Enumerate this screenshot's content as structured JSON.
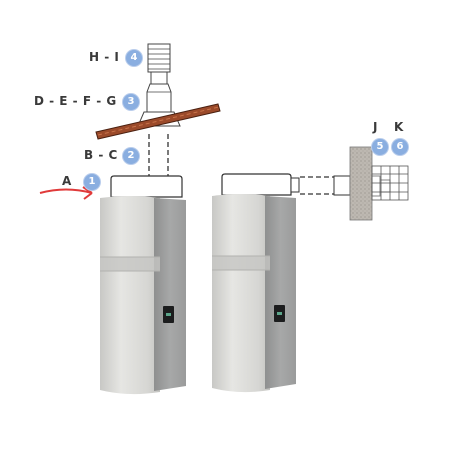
{
  "labels": {
    "h_i": "H - I",
    "d_e_f_g": "D - E - F - G",
    "b_c": "B - C",
    "a": "A",
    "j": "J",
    "k": "K"
  },
  "badges": {
    "one": "1",
    "two": "2",
    "three": "3",
    "four": "4",
    "five": "5",
    "six": "6"
  },
  "colors": {
    "badge": "#8aaee0",
    "arrow": "#e03a3a",
    "roof": "#9b4a2a",
    "tank": "#d9d9d6",
    "panel": "#9fa0a0",
    "wall": "#b9b5ae"
  }
}
